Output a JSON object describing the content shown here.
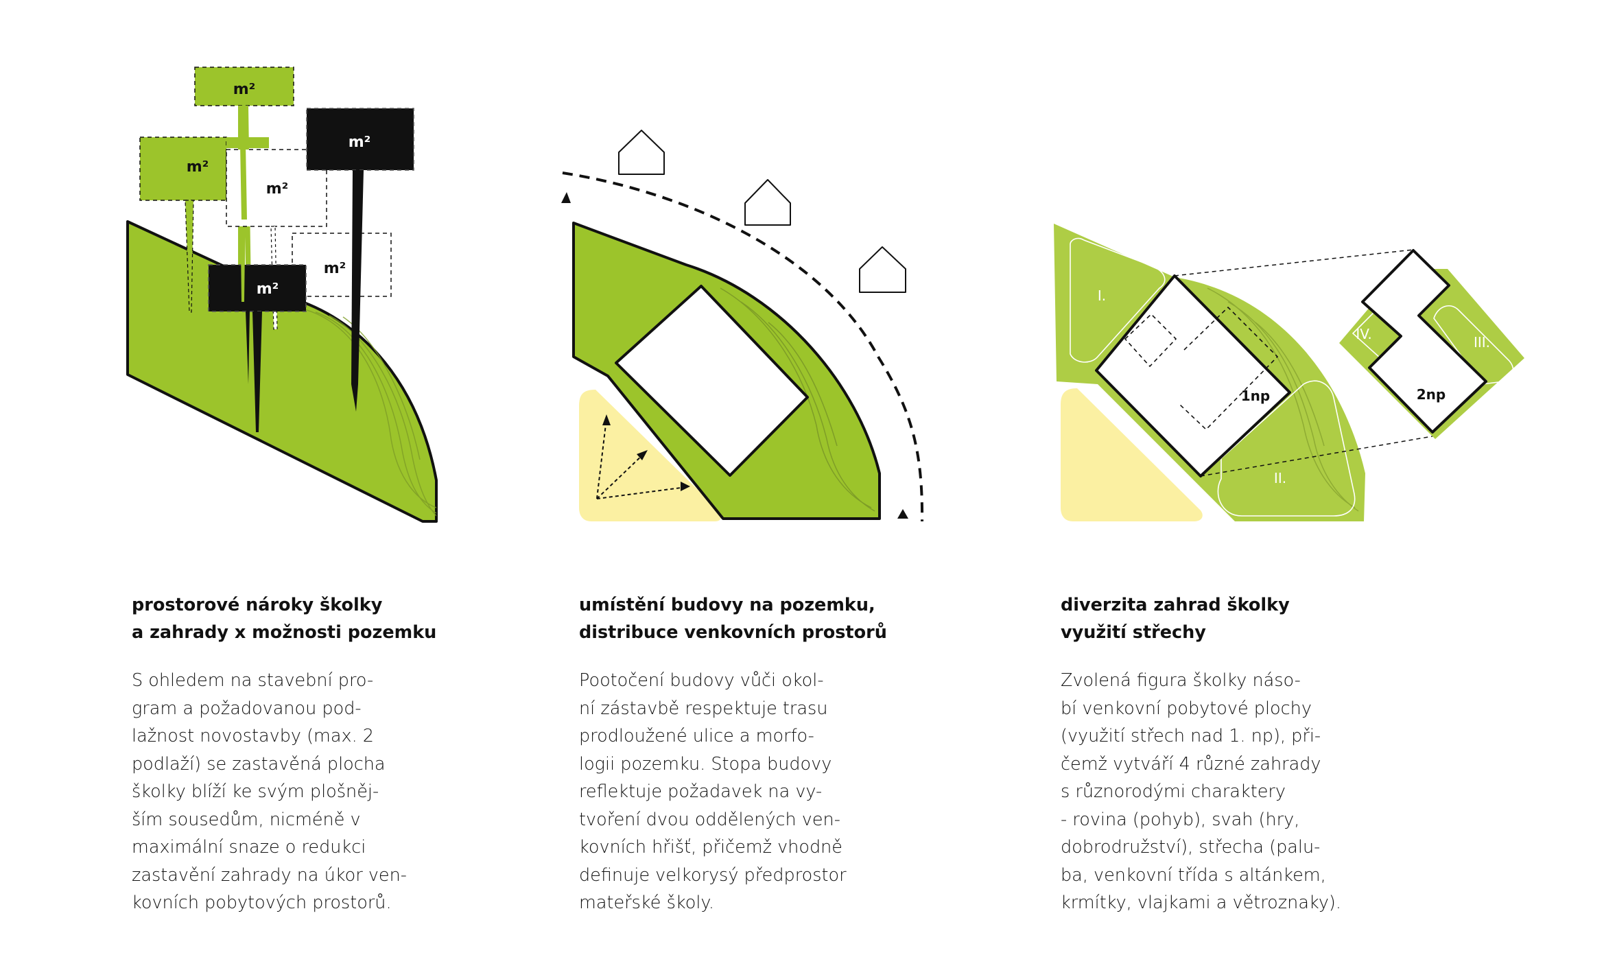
{
  "colors": {
    "green": "#9cc42b",
    "light_green": "#aecd45",
    "yellow": "#fbf0a2",
    "black": "#111111",
    "white": "#ffffff"
  },
  "diagram1": {
    "signs": [
      {
        "label": "m²",
        "style": "green"
      },
      {
        "label": "m²",
        "style": "black"
      },
      {
        "label": "m²",
        "style": "green"
      },
      {
        "label": "m²",
        "style": "outline"
      },
      {
        "label": "m²",
        "style": "outline"
      },
      {
        "label": "m²",
        "style": "black"
      }
    ]
  },
  "diagram2": {
    "icons": [
      "house-icon",
      "house-icon",
      "house-icon",
      "arrow-icon"
    ]
  },
  "diagram3": {
    "gardens": [
      "I.",
      "II.",
      "III.",
      "IV."
    ],
    "floors": {
      "ground": "1np",
      "upper": "2np"
    }
  },
  "columns": [
    {
      "title": [
        "prostorové nároky školky",
        "a zahrady x možnosti pozemku"
      ],
      "body": [
        "S ohledem na stavební pro-",
        "gram a požadovanou pod-",
        "lažnost novostavby (max. 2",
        "podlaží) se zastavěná plocha",
        "školky blíží ke svým plošněj-",
        "ším sousedům, nicméně v",
        "maximální snaze o redukci",
        "zastavění zahrady na úkor ven-",
        "kovních pobytových prostorů."
      ]
    },
    {
      "title": [
        "umístění budovy na pozemku,",
        "distribuce venkovních prostorů"
      ],
      "body": [
        "Pootočení budovy vůči okol-",
        "ní zástavbě respektuje trasu",
        "prodloužené ulice a morfo-",
        "logii pozemku. Stopa budovy",
        "reflektuje požadavek na vy-",
        "tvoření dvou oddělených ven-",
        "kovních hřišť, přičemž vhodně",
        "definuje velkorysý předprostor",
        "mateřské školy."
      ]
    },
    {
      "title": [
        "diverzita zahrad školky",
        "využití střechy"
      ],
      "body": [
        "Zvolená figura školky náso-",
        "bí venkovní pobytové plochy",
        "(využití střech nad 1. np), při-",
        "čemž vytváří 4 různé zahrady",
        "s různorodými charaktery",
        "- rovina (pohyb), svah (hry,",
        "dobrodružství), střecha (palu-",
        "ba, venkovní třída s altánkem,",
        "krmítky, vlajkami a větroznaky)."
      ]
    }
  ]
}
